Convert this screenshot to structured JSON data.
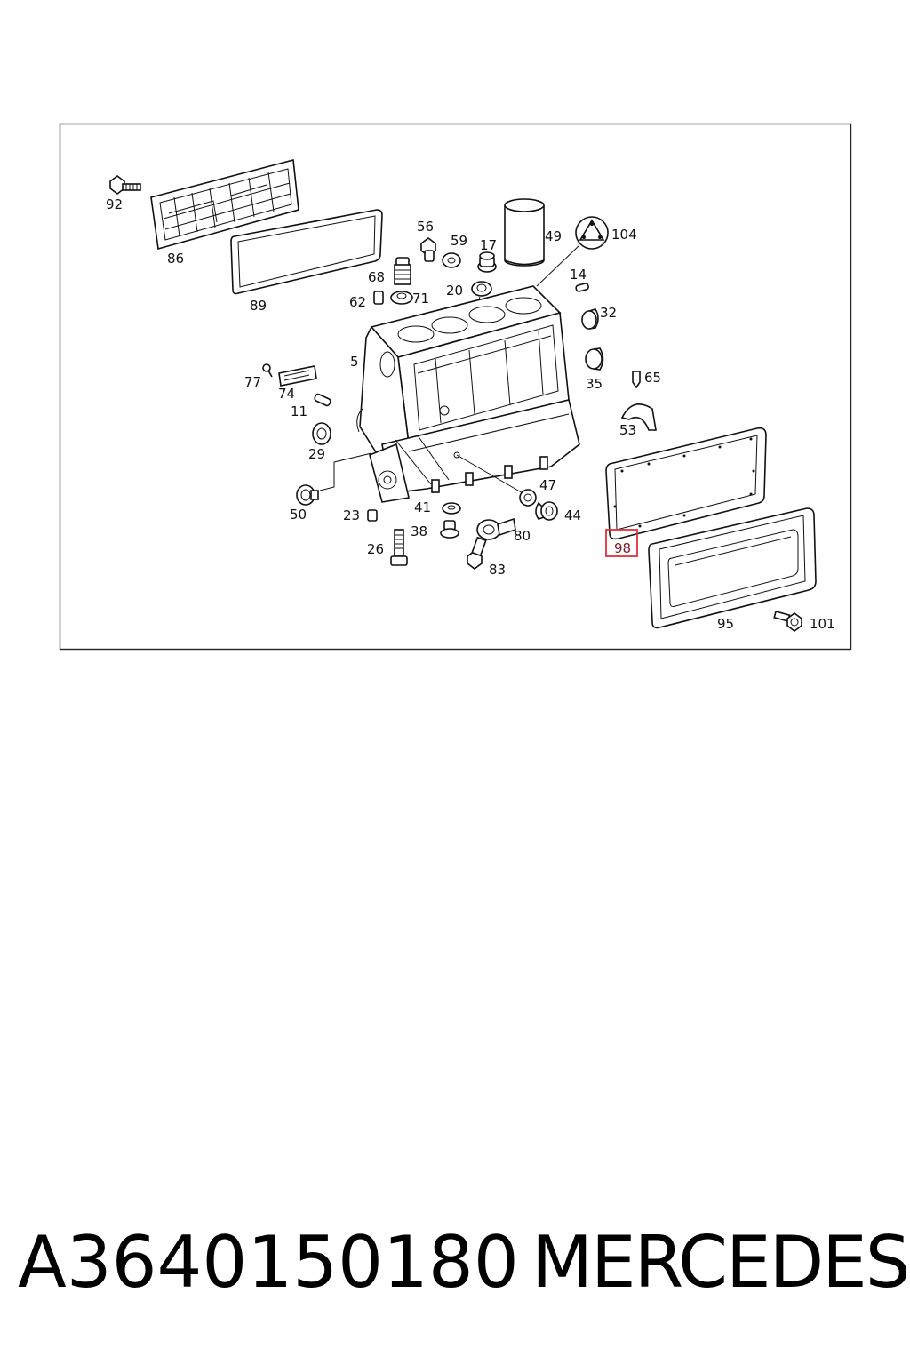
{
  "part_number": "A3640150180",
  "brand": "MERCEDES",
  "highlight_color": "#e0303a",
  "highlighted_callout": "98",
  "callouts": {
    "c92": "92",
    "c86": "86",
    "c89": "89",
    "c56": "56",
    "c59": "59",
    "c17": "17",
    "c49": "49",
    "c104": "104",
    "c68": "68",
    "c62": "62",
    "c71": "71",
    "c20": "20",
    "c14": "14",
    "c32": "32",
    "c5": "5",
    "c77": "77",
    "c74": "74",
    "c11": "11",
    "c35": "35",
    "c65": "65",
    "c53": "53",
    "c29": "29",
    "c50": "50",
    "c23": "23",
    "c41": "41",
    "c47": "47",
    "c44": "44",
    "c38": "38",
    "c80": "80",
    "c26": "26",
    "c83": "83",
    "c98": "98",
    "c95": "95",
    "c101": "101"
  }
}
